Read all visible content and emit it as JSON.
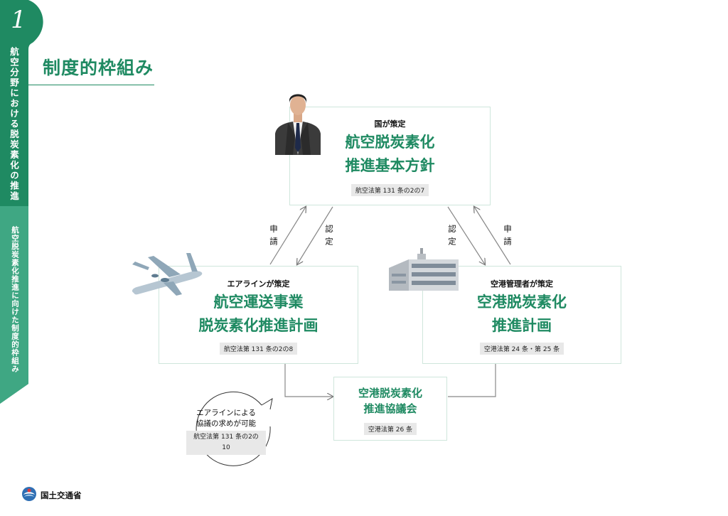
{
  "sidebar": {
    "chapter_number": "1",
    "section_title": "航空分野における脱炭素化の推進",
    "subsection_title": "航空脱炭素化推進に向けた制度的枠組み"
  },
  "page": {
    "title": "制度的枠組み"
  },
  "diagram": {
    "top_box": {
      "kicker": "国が策定",
      "line1": "航空脱炭素化",
      "line2": "推進基本方針",
      "law": "航空法第 131 条の2の7"
    },
    "left_box": {
      "kicker": "エアラインが策定",
      "line1": "航空運送事業",
      "line2": "脱炭素化推進計画",
      "law": "航空法第 131 条の2の8"
    },
    "right_box": {
      "kicker": "空港管理者が策定",
      "line1": "空港脱炭素化",
      "line2": "推進計画",
      "law": "空港法第 24 条・第 25 条"
    },
    "bottom_box": {
      "line1": "空港脱炭素化",
      "line2": "推進協議会",
      "law": "空港法第 26 条"
    },
    "labels": {
      "apply_left": "申請",
      "certify_left": "認定",
      "certify_right": "認定",
      "apply_right": "申請"
    },
    "bubble": {
      "line1": "エアラインによる",
      "line2": "協議の求めが可能",
      "law": "航空法第 131 条の2の 10"
    }
  },
  "footer": {
    "org_name": "国土交通省"
  }
}
